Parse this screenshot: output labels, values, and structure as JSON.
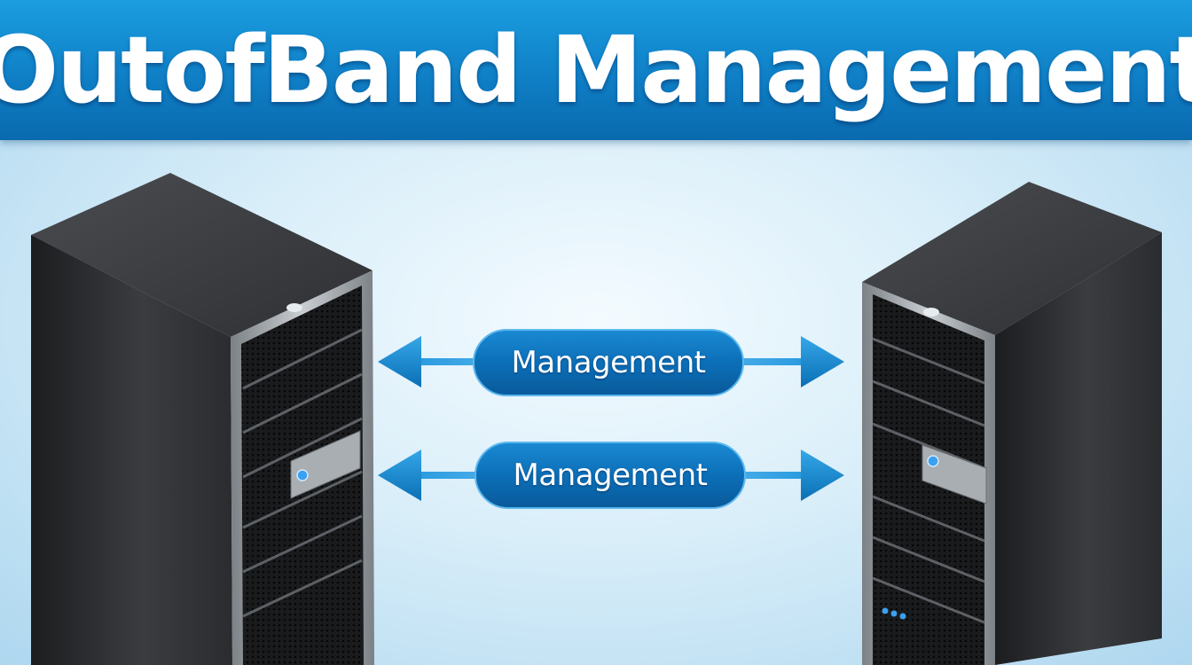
{
  "title": "OutofBand Management",
  "connections": [
    {
      "label": "Management",
      "direction": "bidirectional"
    },
    {
      "label": "Management",
      "direction": "bidirectional"
    }
  ],
  "nodes": [
    {
      "type": "server-tower",
      "icon": "server-icon"
    },
    {
      "type": "server-tower",
      "icon": "server-icon"
    }
  ],
  "colors": {
    "banner": "#1485cf",
    "pill": "#0d74bd",
    "arrow": "#1590d6",
    "server": "#2b2d30"
  }
}
